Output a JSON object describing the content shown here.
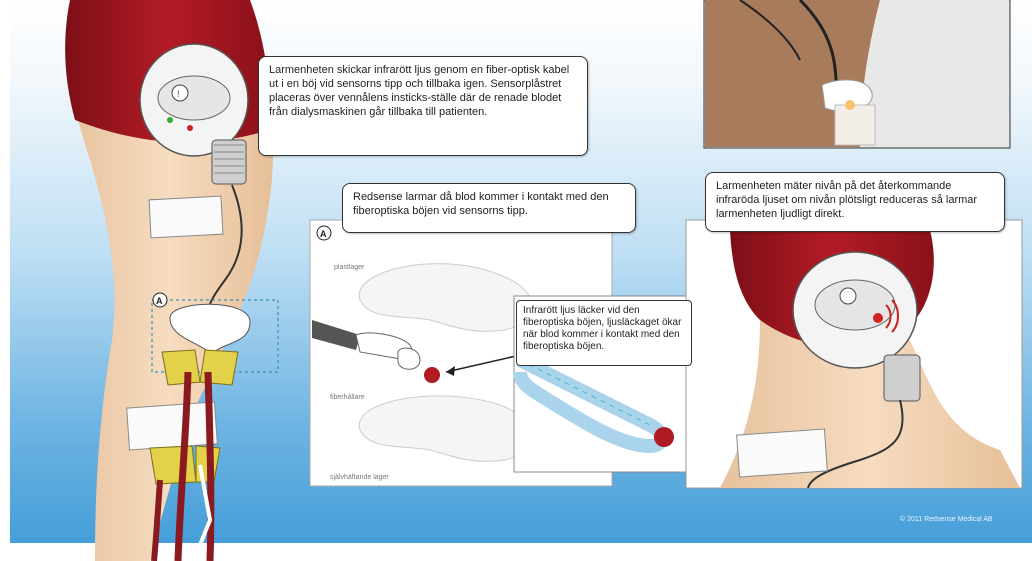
{
  "callouts": {
    "top": "Larmenheten skickar infrarött ljus genom en fiber-optisk kabel ut i en böj vid sensorns tipp och tillbaka igen. Sensorplåstret placeras över vennålens insticks-ställe där de renade blodet från dialysmaskinen går tillbaka till patienten.",
    "middle": "Redsense larmar då blod kommer i kontakt med den fiberoptiska böjen vid sensorns tipp.",
    "right": "Larmenheten mäter nivån på det återkommande infraröda ljuset om nivån plötsligt reduceras så larmar larmenheten ljudligt direkt.",
    "detail": "Infrarött ljus läcker vid den fiberoptiska böjen, ljusläckaget ökar när blod kommer i kontakt med den fiberoptiska böjen."
  },
  "marker_a": "A",
  "panel_a_labels": {
    "top_layer": "plastlager",
    "middle_layer": "fiberhållare",
    "bottom_layer": "självhäftande lager"
  },
  "copyright": "© 2011 Redsense Medical AB",
  "colors": {
    "skin": "#f2d3b3",
    "sleeve": "#a31620",
    "blood": "#8a1a1f",
    "pad_yellow": "#e4d24a",
    "device": "#f1f1f1"
  }
}
